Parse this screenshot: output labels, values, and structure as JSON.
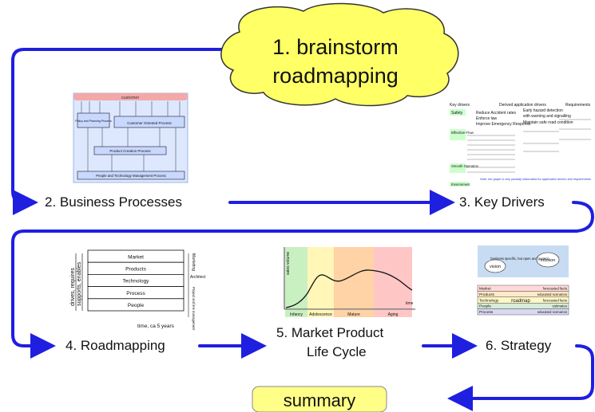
{
  "cloud_title": {
    "line1": "1. brainstorm",
    "line2": "roadmapping"
  },
  "steps": {
    "business_processes": "2. Business Processes",
    "key_drivers": "3. Key Drivers",
    "roadmapping": "4. Roadmapping",
    "market_life_cycle_line1": "5. Market Product",
    "market_life_cycle_line2": "Life Cycle",
    "strategy": "6. Strategy"
  },
  "summary_label": "summary",
  "bp_thumb": {
    "customer": "customer",
    "policy": "Policy and Planning Process",
    "customer_oriented": "Customer Oriented Process",
    "product_creation": "Product Creation Process",
    "people_tech": "People and Technology Management Process"
  },
  "kd_thumb": {
    "col_key": "Key drivers",
    "col_derived": "Derived application drivers",
    "col_req": "Requirements",
    "safety": "Safety",
    "effective_flow": "Effective Flow",
    "smooth_operation": "Smooth Operation",
    "environment": "Environment",
    "reduce_accident": "Reduce Accident rates",
    "enforce_law": "Enforce law",
    "improve_emergency": "Improve Emergency Response",
    "early_hazard": "Early hazard detection",
    "warning_signalling": "with warning and signalling",
    "maintain_road": "Maintain safe road condition",
    "note": "Note: the graph is only partially elaborated for application drivers and requirements"
  },
  "rm_thumb": {
    "layers": [
      "Market",
      "Products",
      "Technology",
      "Process",
      "People"
    ],
    "left_axis_1": "drives, requires",
    "left_axis_2": "supports, enables",
    "right_1": "Marketing",
    "right_2": "Architect",
    "right_3": "Project and line management",
    "time": "time, ca 5 years"
  },
  "plc_thumb": {
    "ylabel": "sales volume",
    "xlabel": "time",
    "phases": [
      "Infancy",
      "Adolescence",
      "Mature",
      "Aging"
    ],
    "phase_colors": [
      "#c8f0c0",
      "#fff6b8",
      "#ffd3a6",
      "#ffc6c6"
    ]
  },
  "st_thumb": {
    "vision": "vision",
    "mission": "mission",
    "caption": "business specific, but open and generic",
    "roadmap": "roadmap",
    "rows": [
      {
        "name": "Market",
        "note": "forecasted facts"
      },
      {
        "name": "Products",
        "note": "educated scenarios"
      },
      {
        "name": "Technology",
        "note": "forecasted facts"
      },
      {
        "name": "People",
        "note": "estimates"
      },
      {
        "name": "Process",
        "note": "educated scenarios"
      }
    ]
  },
  "colors": {
    "arrow": "#1f1fe0",
    "cloud_fill": "#ffff66",
    "cloud_stroke": "#333333",
    "summary_fill": "#ffff88"
  }
}
